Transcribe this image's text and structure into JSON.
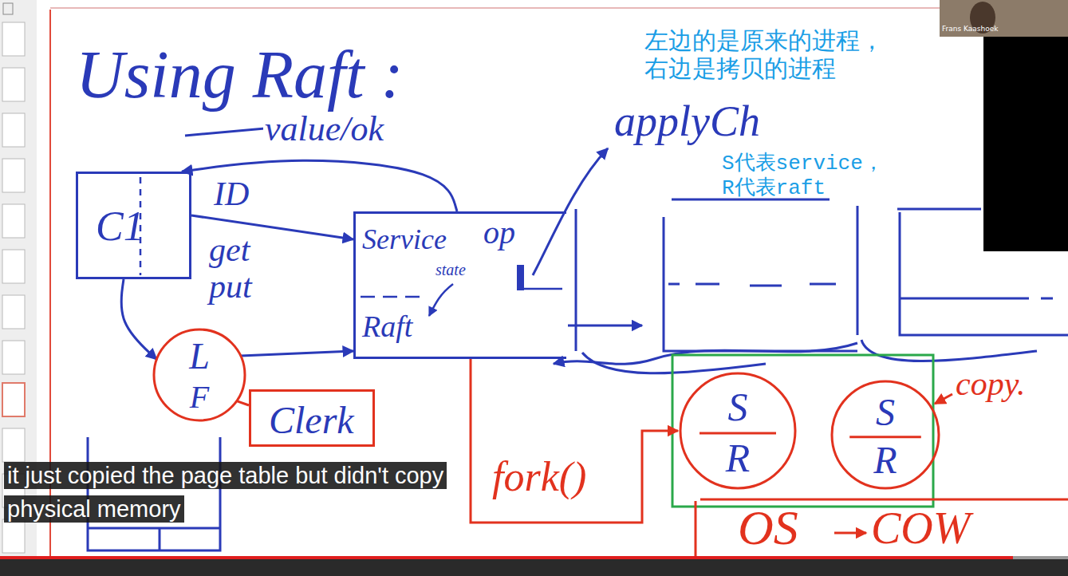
{
  "diagram": {
    "title": "Using Raft :",
    "caption": "it just copied the page table but didn't copy physical memory",
    "nodes": [
      {
        "text": [
          "C1"
        ]
      },
      {
        "text": [
          "Service",
          "op",
          "state",
          "Raft"
        ]
      },
      {
        "text": [
          "L",
          "F"
        ]
      },
      {
        "text": [
          "Clerk"
        ]
      },
      {
        "text": [
          "S",
          "R"
        ]
      },
      {
        "text": [
          "S",
          "R"
        ]
      }
    ],
    "edges": [
      {
        "from": 0,
        "to": 1,
        "arrow": "to"
      },
      {
        "from": 1,
        "to": 0,
        "label": "value/ok",
        "arrow": "to"
      },
      {
        "from": 0,
        "to": 2,
        "arrow": "to"
      },
      {
        "from": 2,
        "to": 1,
        "arrow": "to"
      },
      {
        "from": 2,
        "to": 3,
        "arrow": "none"
      },
      {
        "from": 1,
        "to": 4,
        "label": "fork()",
        "arrow": "to"
      }
    ],
    "labels": [
      "左边的是原来的进程， 右边是拷贝的进程",
      "S代表service， R代表raft",
      "applyCh",
      "ID",
      "get",
      "put",
      "copy.",
      "OS",
      "COW",
      "Frans Kaashoek"
    ]
  }
}
